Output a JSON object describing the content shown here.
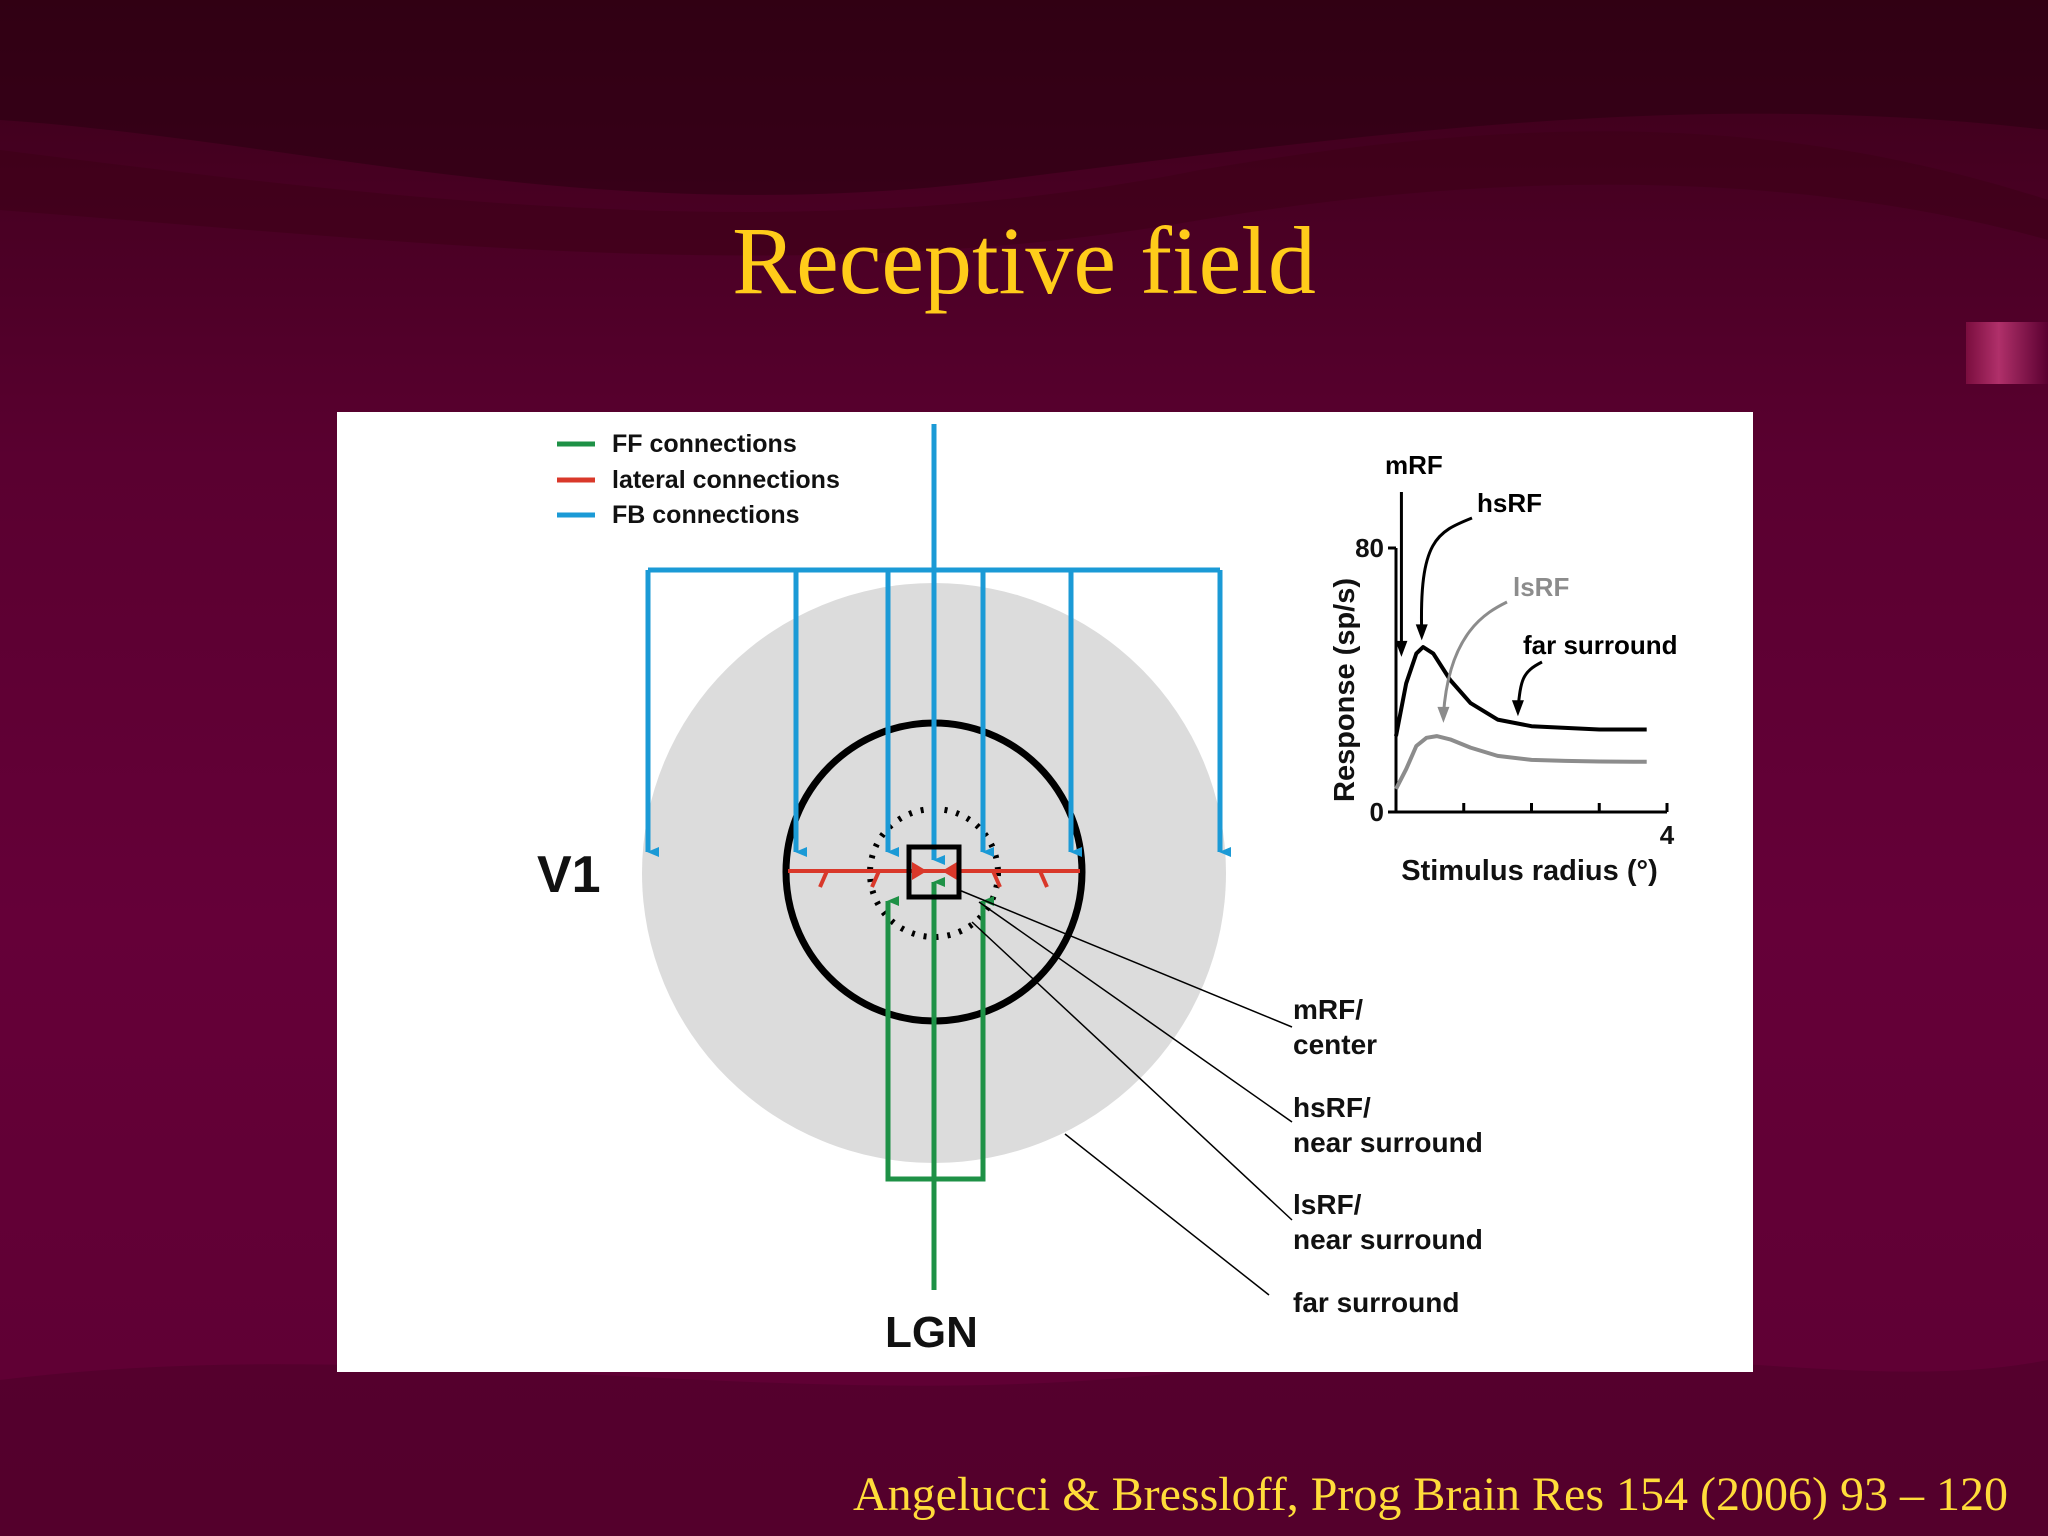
{
  "slide": {
    "title": "Receptive field",
    "citation": "Angelucci & Bressloff, Prog Brain Res 154 (2006) 93 – 120"
  },
  "colors": {
    "title": "#ffcc1a",
    "citation": "#ffdc3a",
    "ff": "#1e9146",
    "lateral": "#d9382a",
    "fb": "#1b9ad6",
    "surround_disc": "#dcdcdc",
    "lsrf_curve": "#8c8c8c"
  },
  "diagram": {
    "legend": [
      {
        "label": "FF connections",
        "color": "#1e9146"
      },
      {
        "label": "lateral connections",
        "color": "#d9382a"
      },
      {
        "label": "FB connections",
        "color": "#1b9ad6"
      }
    ],
    "area_top": "V1",
    "area_bottom": "LGN",
    "callouts": [
      {
        "line1": "mRF/",
        "line2": "center"
      },
      {
        "line1": "hsRF/",
        "line2": "near surround"
      },
      {
        "line1": "lsRF/",
        "line2": "near surround"
      },
      {
        "line1": "far surround",
        "line2": ""
      }
    ]
  },
  "chart_data": {
    "type": "line",
    "xlabel": "Stimulus radius (°)",
    "ylabel": "Response (sp/s)",
    "xlim": [
      0,
      4
    ],
    "ylim": [
      0,
      80
    ],
    "x_ticks_labeled": [
      "4"
    ],
    "y_ticks_labeled": [
      "0",
      "80"
    ],
    "series": [
      {
        "color": "#000000",
        "x": [
          0,
          0.15,
          0.3,
          0.4,
          0.55,
          0.8,
          1.1,
          1.5,
          2.0,
          2.5,
          3.0,
          3.5,
          3.7
        ],
        "y": [
          23,
          39,
          48,
          50,
          48,
          40,
          33,
          28,
          26,
          25.5,
          25,
          25,
          25
        ]
      },
      {
        "color": "#8c8c8c",
        "x": [
          0,
          0.15,
          0.3,
          0.45,
          0.6,
          0.8,
          1.1,
          1.5,
          2.0,
          2.5,
          3.0,
          3.5,
          3.7
        ],
        "y": [
          7,
          13,
          20,
          22.5,
          23,
          22,
          19.5,
          17,
          15.8,
          15.5,
          15.3,
          15.2,
          15.2
        ]
      }
    ],
    "annotations": [
      {
        "label": "mRF",
        "x": 0.08,
        "y": 47
      },
      {
        "label": "hsRF",
        "x": 0.38,
        "y": 52
      },
      {
        "label": "lsRF",
        "x": 0.7,
        "y": 27
      },
      {
        "label": "far surround",
        "x": 1.8,
        "y": 29
      }
    ]
  }
}
